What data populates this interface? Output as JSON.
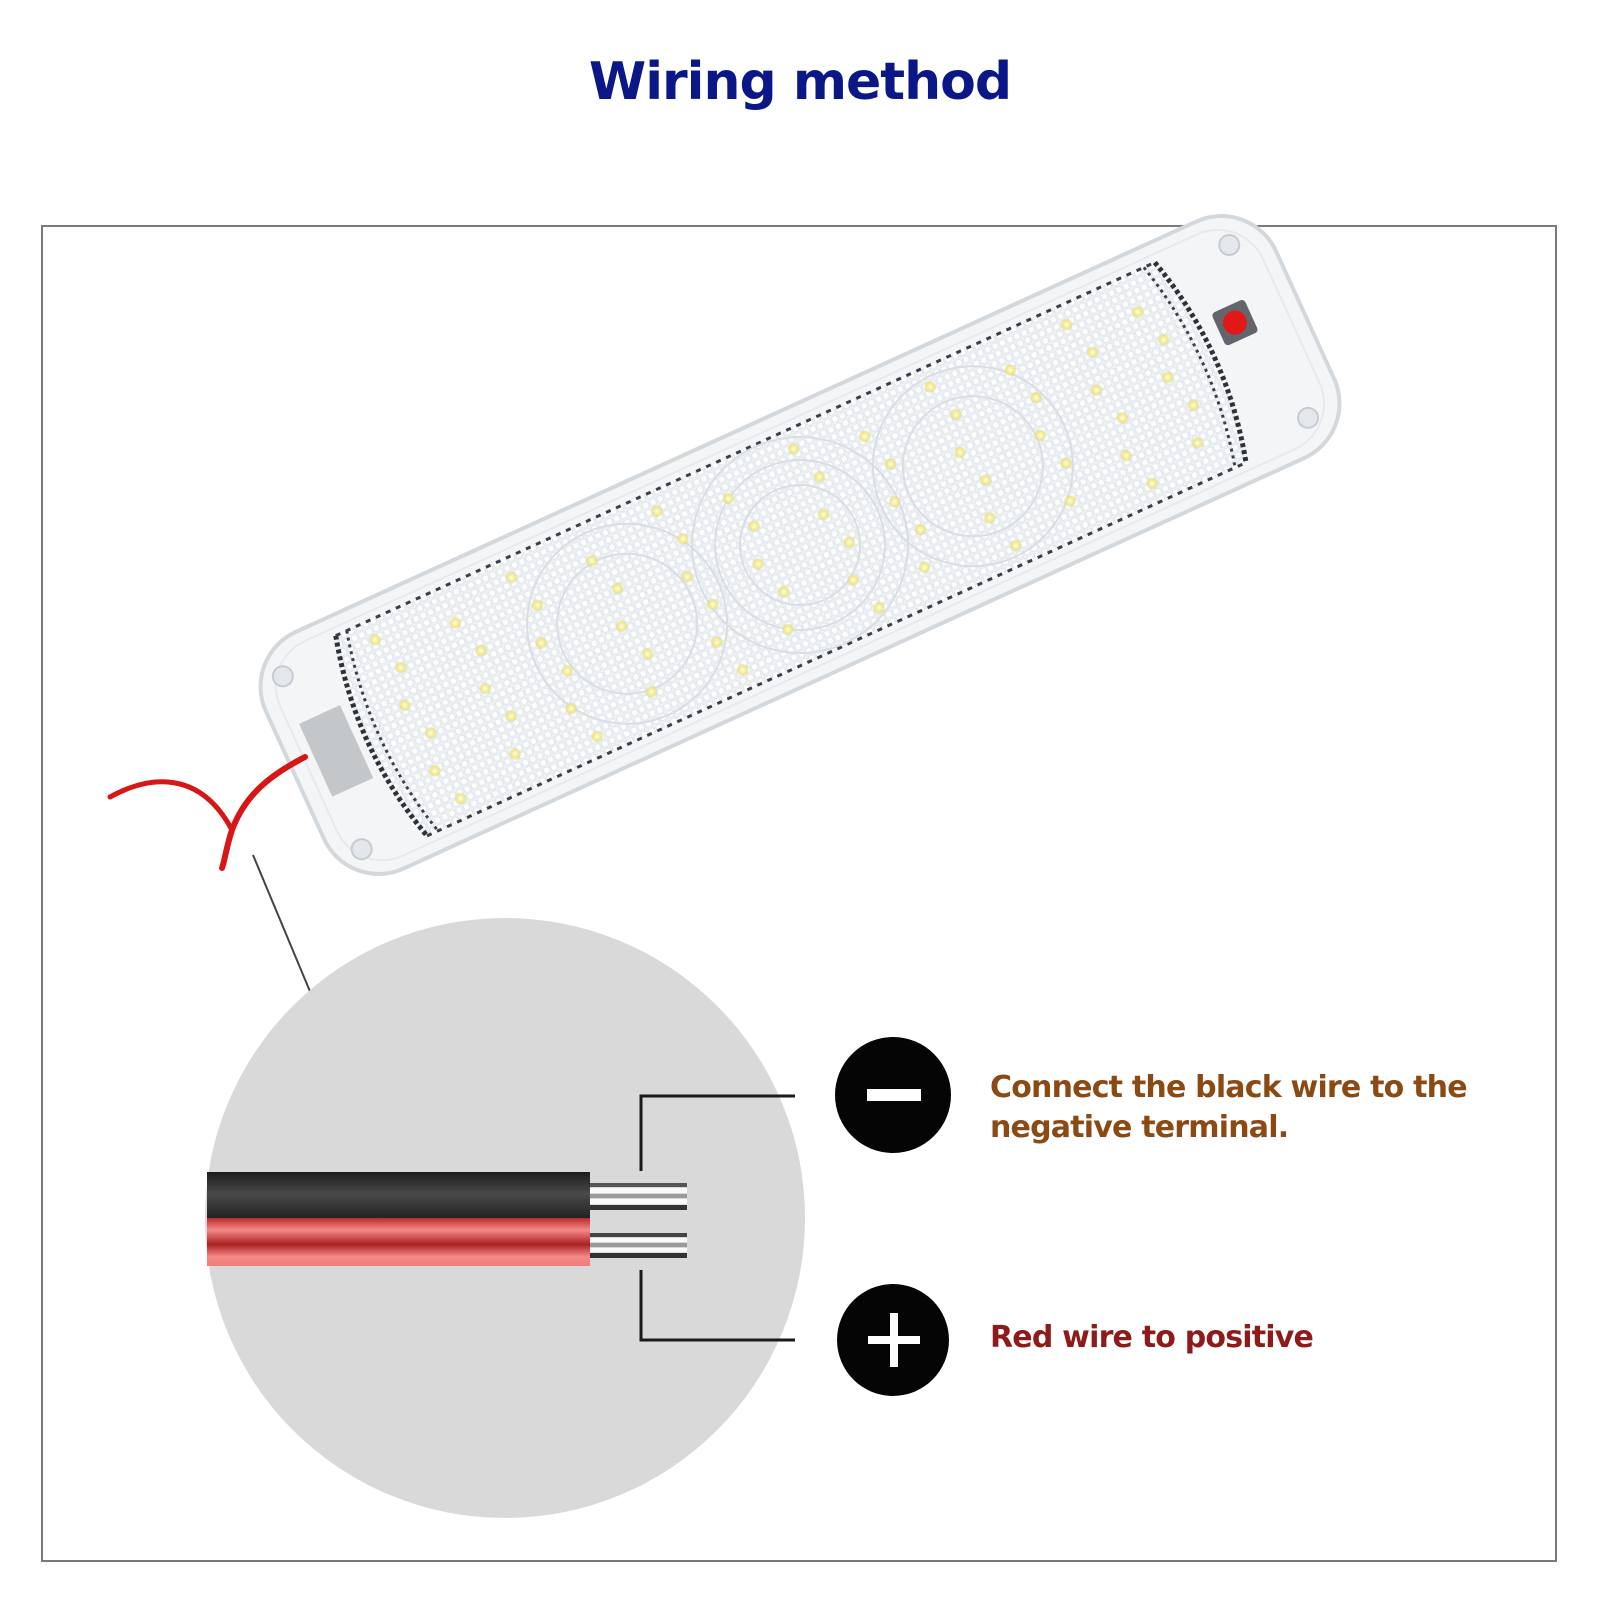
{
  "title": "Wiring method",
  "product": {
    "name": "LED panel light",
    "icon": "led-panel-icon",
    "switch_color": "#e01818",
    "lead_wire_color": "#d71616"
  },
  "detail_view": {
    "description": "Cable cross-section magnified",
    "cable": {
      "black_insulation_color": "#2b2b2b",
      "red_insulation_color": "#f07a78",
      "background_color": "#d9d9d9"
    }
  },
  "callouts": [
    {
      "id": "negative",
      "symbol": "−",
      "icon": "minus-circle-icon",
      "text_line1": "Connect the black wire to the",
      "text_line2": "negative terminal.",
      "color": "#8b4a14"
    },
    {
      "id": "positive",
      "symbol": "+",
      "icon": "plus-circle-icon",
      "text_line1": "Red wire to positive",
      "color": "#8e1a1a"
    }
  ],
  "colors": {
    "title": "#0b1787",
    "frame_border": "#7a7a7a"
  }
}
